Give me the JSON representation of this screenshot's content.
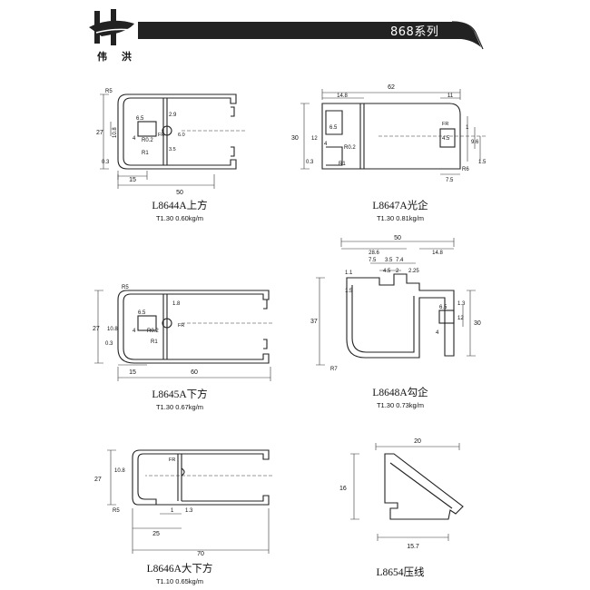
{
  "header": {
    "series_title": "868系列",
    "brand_name": "伟 洪"
  },
  "profiles": [
    {
      "code": "L8644A上方",
      "spec": "T1.30 0.60kg/m",
      "dims": {
        "overall_width": "50",
        "left_width": "15",
        "height": "27",
        "inner_height": "10.8",
        "slot": "6.5",
        "gap": "4",
        "gap_small": "0.3",
        "r1": "R1",
        "r02": "R0.2",
        "r5": "R5",
        "d19": "2.9",
        "fr": "FR",
        "b60": "6.0",
        "b35": "3.5"
      }
    },
    {
      "code": "L8647A光企",
      "spec": "T1.30 0.81kg/m",
      "dims": {
        "overall_width": "62",
        "left_width": "14.8",
        "right_width": "11",
        "height": "30",
        "inner_height": "12",
        "slot": "6.5",
        "gap": "4",
        "gap_small": "0.3",
        "r1": "R1",
        "r02": "R0.2",
        "d45": "4.5",
        "d1": "1",
        "d96": "9.6",
        "d15": "1.5",
        "d75": "7.5",
        "r6": "R6",
        "fr": "FR"
      }
    },
    {
      "code": "L8645A下方",
      "spec": "T1.30 0.67kg/m",
      "dims": {
        "overall_width": "60",
        "left_width": "15",
        "height": "27",
        "inner_height": "10.8",
        "slot": "6.5",
        "gap": "4",
        "gap_small": "0.3",
        "r1": "R1",
        "r02": "R0.2",
        "r5": "R5",
        "d18": "1.8",
        "fr": "FR"
      }
    },
    {
      "code": "L8648A勾企",
      "spec": "T1.30 0.73kg/m",
      "dims": {
        "overall_width": "50",
        "d286": "28.6",
        "d148": "14.8",
        "d75": "7.5",
        "d35": "3.5",
        "d74": "7.4",
        "d45": "4.5",
        "d2": "2",
        "d225": "2.25",
        "d11": "1.1",
        "d15": "1.5",
        "height": "37",
        "right_height": "30",
        "d13": "1.3",
        "d12": "12",
        "d65": "6.5",
        "gap": "4",
        "r7": "R7"
      }
    },
    {
      "code": "L8646A大下方",
      "spec": "T1.10 0.65kg/m",
      "dims": {
        "overall_width": "70",
        "d25": "25",
        "d1": "1",
        "d13": "1.3",
        "height": "27",
        "inner_height": "10.8",
        "r5": "R5",
        "fr": "FR"
      }
    },
    {
      "code": "L8654压线",
      "spec": "",
      "dims": {
        "top_width": "20",
        "height": "16",
        "bottom_width": "15.7"
      }
    }
  ]
}
